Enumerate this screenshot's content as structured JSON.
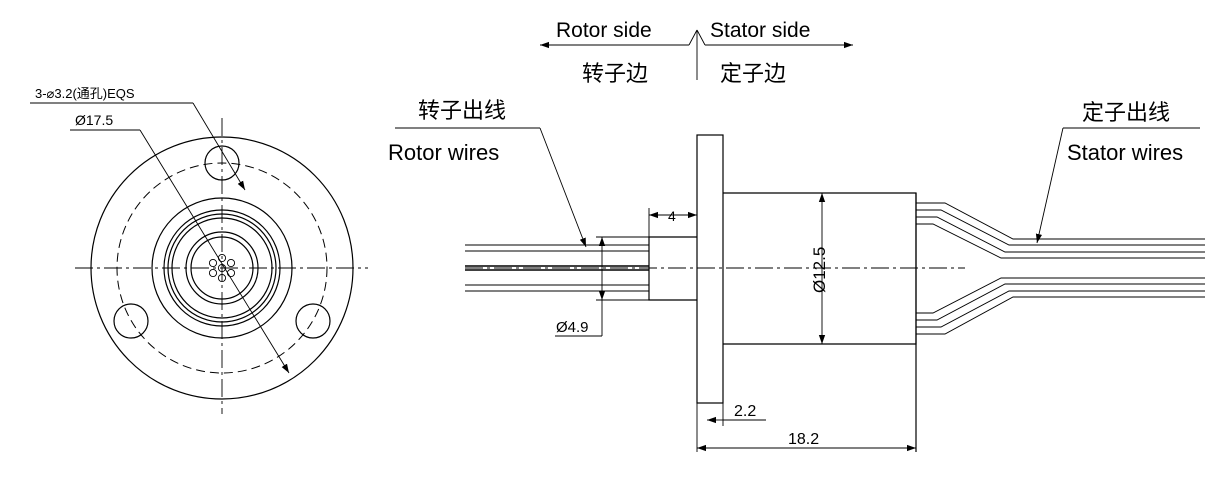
{
  "front_view": {
    "hole_spec": "3-⌀3.2(通孔)EQS",
    "pcd_dim": "Ø17.5"
  },
  "side_labels": {
    "rotor_side_en": "Rotor side",
    "stator_side_en": "Stator side",
    "rotor_side_cn": "转子边",
    "stator_side_cn": "定子边"
  },
  "wires": {
    "rotor_cn": "转子出线",
    "rotor_en": "Rotor wires",
    "stator_cn": "定子出线",
    "stator_en": "Stator wires"
  },
  "dimensions": {
    "shaft_length": "4",
    "shaft_dia": "Ø4.9",
    "body_dia": "Ø12.5",
    "flange_thickness": "2.2",
    "overall_length": "18.2"
  }
}
